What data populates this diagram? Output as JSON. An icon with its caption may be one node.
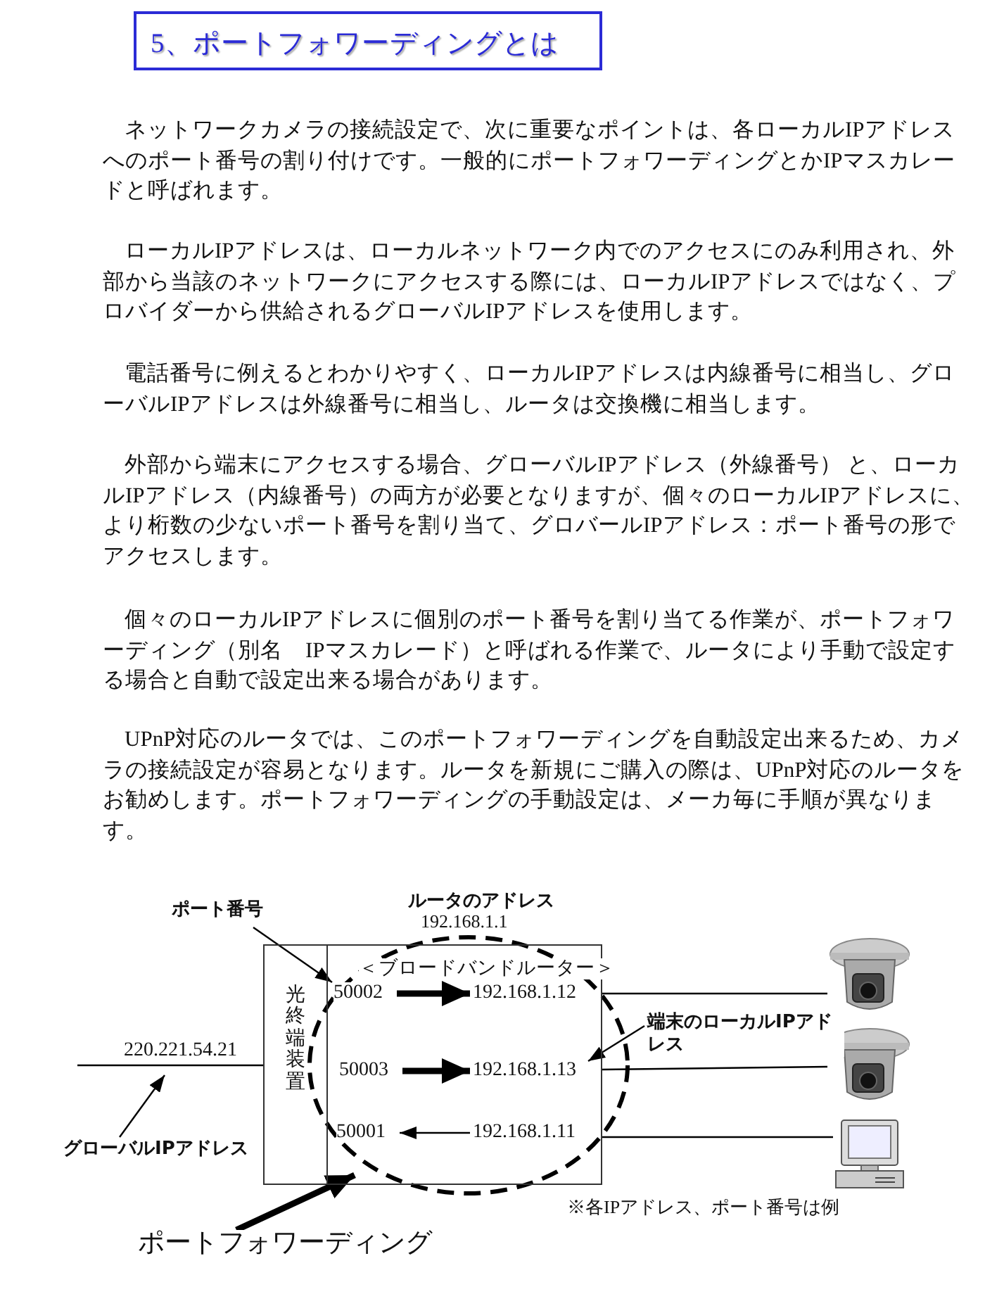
{
  "diagram": {
    "title": "5、ポートフォワーディングとは",
    "nodes": [
      {
        "text": [
          "光終端装置"
        ]
      },
      {
        "text": [
          "＜ブロードバンドルーター＞"
        ],
        "beside": [
          "ルータのアドレス",
          "192.168.1.1"
        ]
      },
      {
        "text": [
          "50002"
        ],
        "in": 1
      },
      {
        "text": [
          "192.168.1.12"
        ],
        "in": 1
      },
      {
        "text": [
          "50003"
        ],
        "in": 1
      },
      {
        "text": [
          "192.168.1.13"
        ],
        "in": 1
      },
      {
        "text": [
          "50001"
        ],
        "in": 1
      },
      {
        "text": [
          "192.168.1.11"
        ],
        "in": 1
      },
      {
        "text": [],
        "shape": "picture"
      },
      {
        "text": [],
        "shape": "picture"
      },
      {
        "text": [],
        "shape": "picture"
      },
      {
        "text": [
          "グローバルIPアドレス"
        ]
      },
      {
        "text": [
          "ポート番号"
        ]
      },
      {
        "text": [
          "端末のローカルIPアドレス"
        ]
      },
      {
        "text": [
          "ポートフォワーディング"
        ]
      }
    ],
    "edges": [
      {
        "from": null,
        "to": 0,
        "arrow": "none",
        "label": "220.221.54.21"
      },
      {
        "from": 11,
        "to": null,
        "arrow": "to"
      },
      {
        "from": 12,
        "to": 2,
        "arrow": "to"
      },
      {
        "from": 2,
        "to": 3,
        "arrow": "to",
        "style": "thick"
      },
      {
        "from": 4,
        "to": 5,
        "arrow": "to",
        "style": "thick"
      },
      {
        "from": 7,
        "to": 6,
        "arrow": "to"
      },
      {
        "from": 1,
        "to": 8,
        "arrow": "none"
      },
      {
        "from": 1,
        "to": 9,
        "arrow": "none"
      },
      {
        "from": 1,
        "to": 10,
        "arrow": "none"
      },
      {
        "from": 13,
        "to": 5,
        "arrow": "to"
      },
      {
        "from": 14,
        "to": 1,
        "arrow": "to",
        "style": "thick"
      }
    ],
    "labels": [
      "ネットワークカメラの接続設定で、次に重要なポイントは、各ローカルIPアドレスへのポート番号の割り付けです。一般的にポートフォワーディングとかIPマスカレードと呼ばれます。",
      "ローカルIPアドレスは、ローカルネットワーク内でのアクセスにのみ利用され、外部から当該のネットワークにアクセスする際には、ローカルIPアドレスではなく、プロバイダーから供給されるグローバルIPアドレスを使用します。",
      "電話番号に例えるとわかりやすく、ローカルIPアドレスは内線番号に相当し、グローバルIPアドレスは外線番号に相当し、ルータは交換機に相当します。",
      "外部から端末にアクセスする場合、グローバルIPアドレス（外線番号） と、ローカルIPアドレス（内線番号）の両方が必要となりますが、個々のローカルIPアドレスに、より桁数の少ないポート番号を割り当て、グロバールIPアドレス：ポート番号の形でアクセスします。",
      "個々のローカルIPアドレスに個別のポート番号を割り当てる作業が、ポートフォワーディング（別名　IPマスカレード）と呼ばれる作業で、ルータにより手動で設定する場合と自動で設定出来る場合があります。",
      "UPnP対応のルータでは、このポートフォワーディングを自動設定出来るため、カメラの接続設定が容易となります。ルータを新規にご購入の際は、UPnP対応のルータをお勧めします。ポートフォワーディングの手動設定は、メーカ毎に手順が異なります。",
      "※各IPアドレス、ポート番号は例"
    ]
  }
}
